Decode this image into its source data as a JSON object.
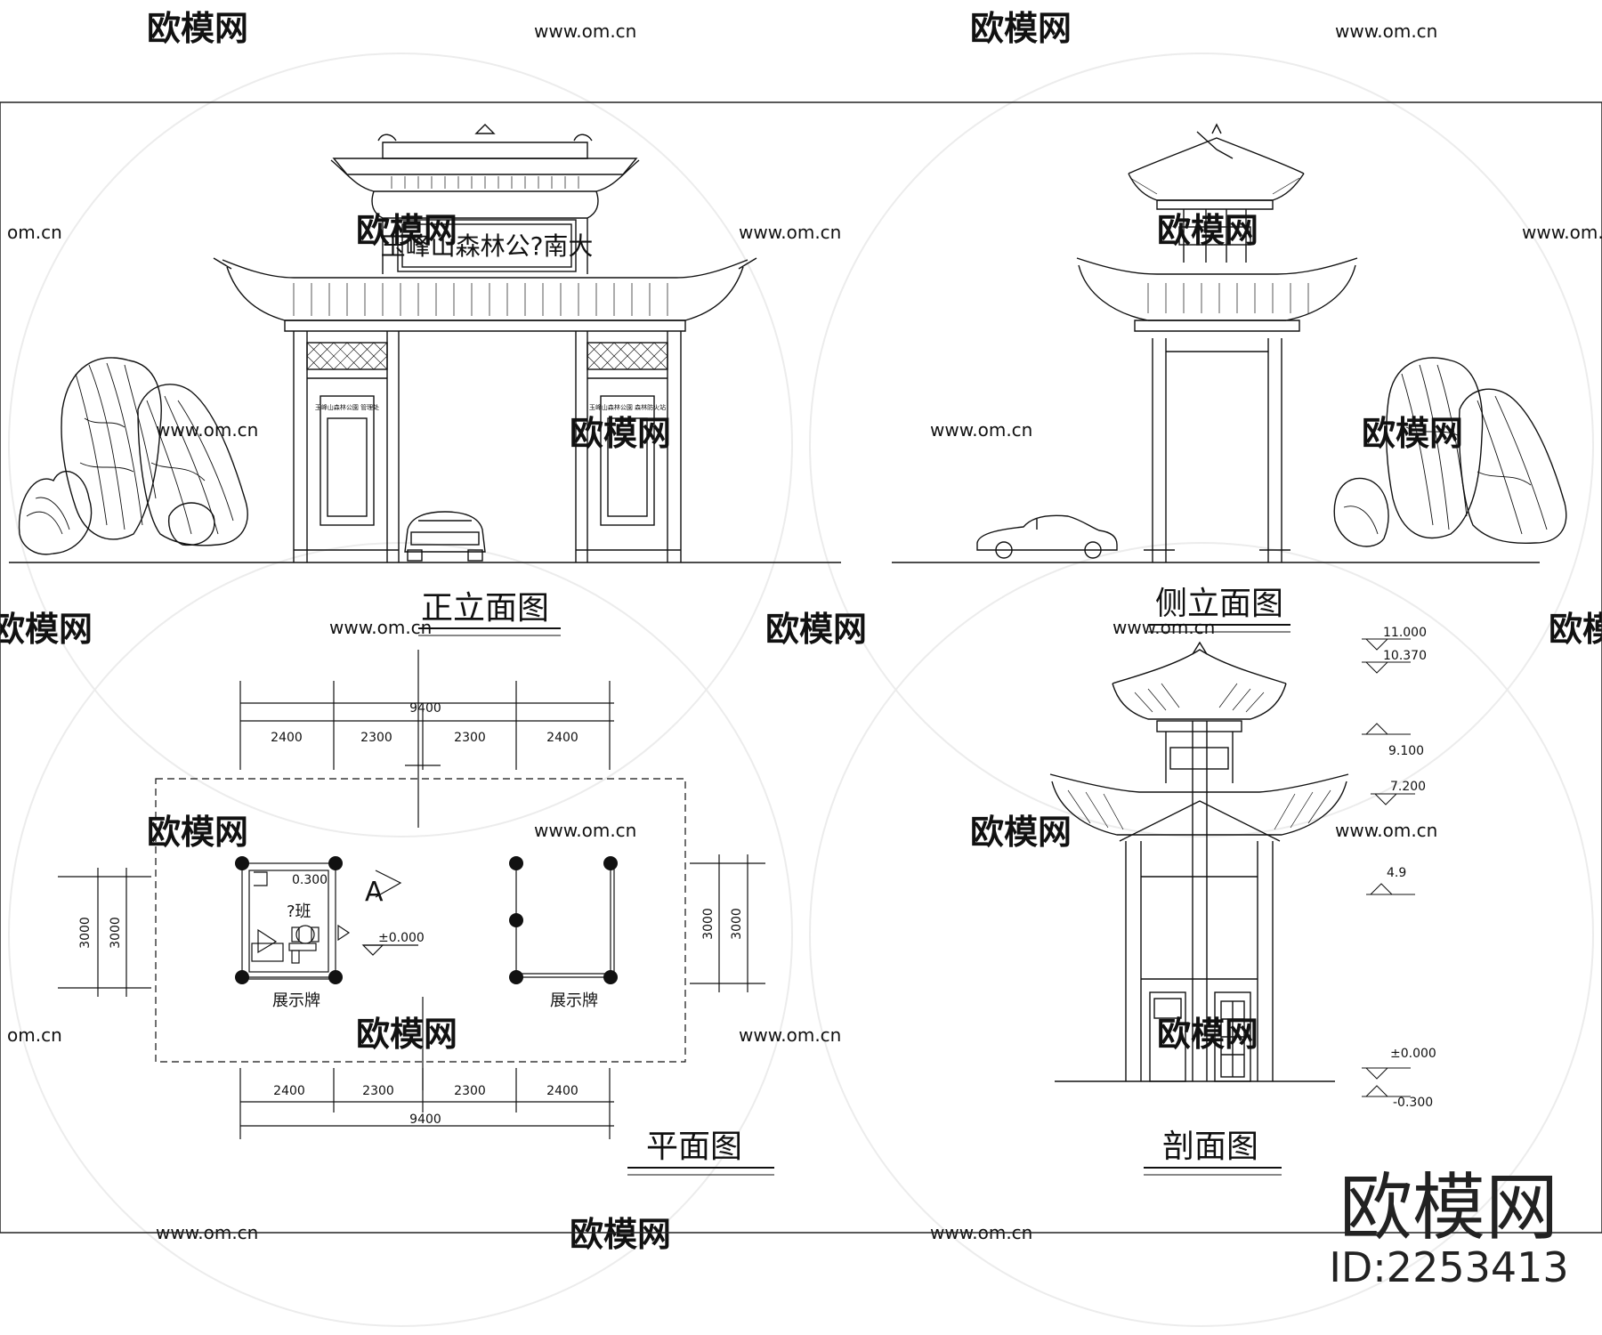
{
  "title_block": {
    "project_sign": "玉峰山森林公?南大",
    "small_sign_left": "玉峰山森林公園 管理处",
    "small_sign_right": "玉峰山森林公園 森林防火站"
  },
  "views": {
    "front": "正立面图",
    "side": "侧立面图",
    "plan": "平面图",
    "section": "剖面图"
  },
  "plan": {
    "total_top": "9400",
    "segments_top": [
      "2400",
      "2300",
      "2300",
      "2400"
    ],
    "total_bottom": "9400",
    "segments_bottom": [
      "2400",
      "2300",
      "2300",
      "2400"
    ],
    "depth_left": [
      "3000",
      "3000"
    ],
    "depth_right": [
      "3000",
      "3000"
    ],
    "room_label": "?班",
    "level_label": "0.300",
    "floor_level": "±0.000",
    "board_left": "展示牌",
    "board_right": "展示牌",
    "section_mark": "A"
  },
  "section_levels": [
    "11.000",
    "10.370",
    "9.100",
    "7.200",
    "4.9",
    "±0.000",
    "-0.300"
  ],
  "watermark": {
    "brand": "欧模网",
    "url": "www.om.cn",
    "url_short": "om.cn",
    "logo_text": "欧模网",
    "id": "ID:2253413"
  }
}
